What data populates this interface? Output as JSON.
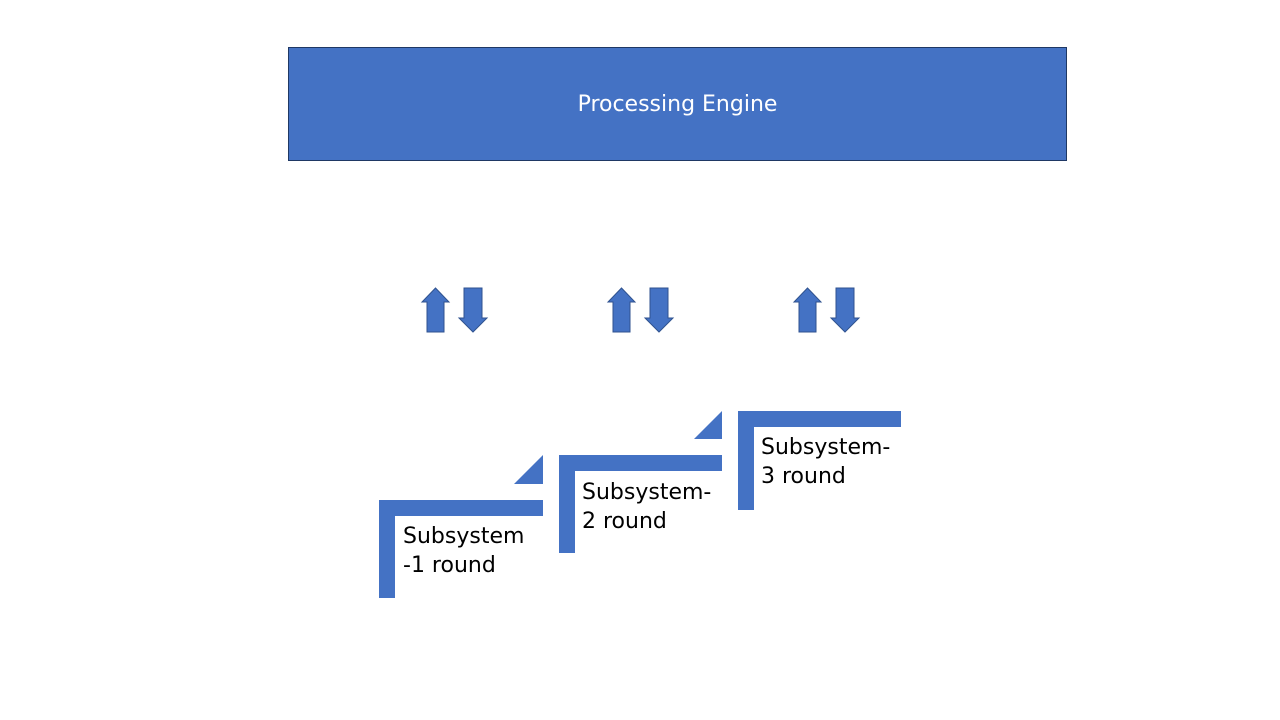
{
  "engine": {
    "label": "Processing Engine"
  },
  "steps": [
    {
      "line1": "Subsystem",
      "line2": "-1 round"
    },
    {
      "line1": "Subsystem-",
      "line2": "2 round"
    },
    {
      "line1": "Subsystem-",
      "line2": "3 round"
    }
  ],
  "colors": {
    "fill": "#4472C4",
    "stroke": "#2F528F"
  }
}
